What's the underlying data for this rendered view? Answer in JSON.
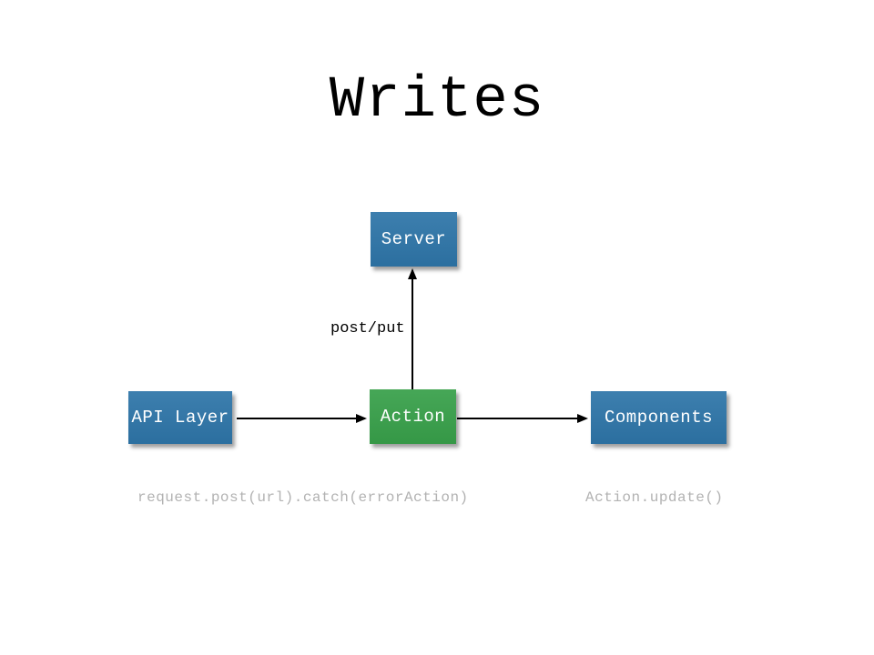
{
  "title": "Writes",
  "colors": {
    "background": "#ffffff",
    "title_text": "#000000",
    "box_blue": "#2e75a8",
    "box_green": "#38a04a",
    "box_text": "#ffffff",
    "arrow": "#000000",
    "annotation_gray": "#b2b2b2"
  },
  "diagram": {
    "nodes": [
      {
        "id": "server",
        "label": "Server",
        "color": "blue"
      },
      {
        "id": "api-layer",
        "label": "API Layer",
        "color": "blue"
      },
      {
        "id": "action",
        "label": "Action",
        "color": "green"
      },
      {
        "id": "components",
        "label": "Components",
        "color": "blue"
      }
    ],
    "edges": [
      {
        "from": "action",
        "to": "server",
        "label": "post/put"
      },
      {
        "from": "api-layer",
        "to": "action",
        "label": ""
      },
      {
        "from": "action",
        "to": "components",
        "label": ""
      }
    ],
    "annotations": [
      {
        "text": "request.post(url).catch(errorAction)"
      },
      {
        "text": "Action.update()"
      }
    ]
  }
}
